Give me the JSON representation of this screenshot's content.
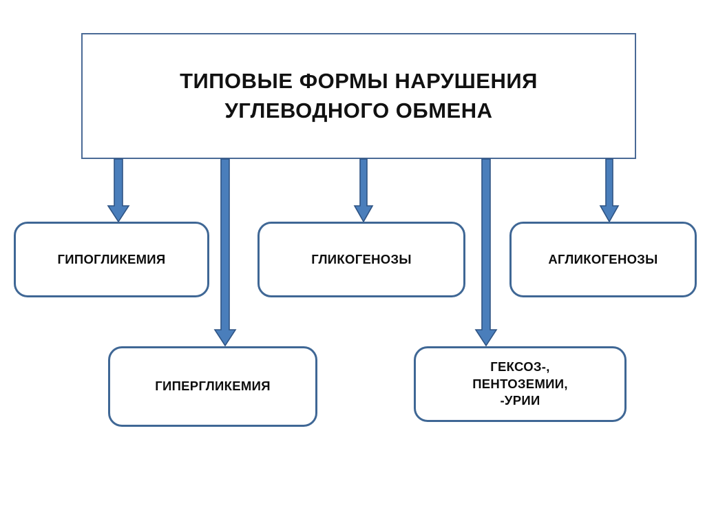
{
  "diagram": {
    "title_box": {
      "lines": [
        "ТИПОВЫЕ ФОРМЫ НАРУШЕНИЯ",
        "УГЛЕВОДНОГО ОБМЕНА"
      ]
    },
    "nodes": [
      {
        "id": "hypoglycemia",
        "lines": [
          "ГИПОГЛИКЕМИЯ"
        ]
      },
      {
        "id": "glycogenoses",
        "lines": [
          "ГЛИКОГЕНОЗЫ"
        ]
      },
      {
        "id": "aglycogenoses",
        "lines": [
          "АГЛИКОГЕНОЗЫ"
        ]
      },
      {
        "id": "hyperglycemia",
        "lines": [
          "ГИПЕРГЛИКЕМИЯ"
        ]
      },
      {
        "id": "hexos_pentosemii_urii",
        "lines": [
          "ГЕКСОЗ-,",
          "ПЕНТОЗЕМИИ,",
          "-УРИИ"
        ]
      }
    ],
    "arrows": [
      {
        "id": "arrow-to-hypoglycemia",
        "from": "title_box",
        "to": "hypoglycemia"
      },
      {
        "id": "arrow-to-hyperglycemia",
        "from": "title_box",
        "to": "hyperglycemia"
      },
      {
        "id": "arrow-to-glycogenoses",
        "from": "title_box",
        "to": "glycogenoses"
      },
      {
        "id": "arrow-to-hexos",
        "from": "title_box",
        "to": "hexos_pentosemii_urii"
      },
      {
        "id": "arrow-to-aglycogenoses",
        "from": "title_box",
        "to": "aglycogenoses"
      }
    ],
    "colors": {
      "arrow_fill": "#4a7ebb",
      "arrow_stroke": "#2e5383",
      "node_border": "#3f6795",
      "title_border": "#4a6a96",
      "background": "#ffffff",
      "text": "#0d0d0d"
    }
  }
}
